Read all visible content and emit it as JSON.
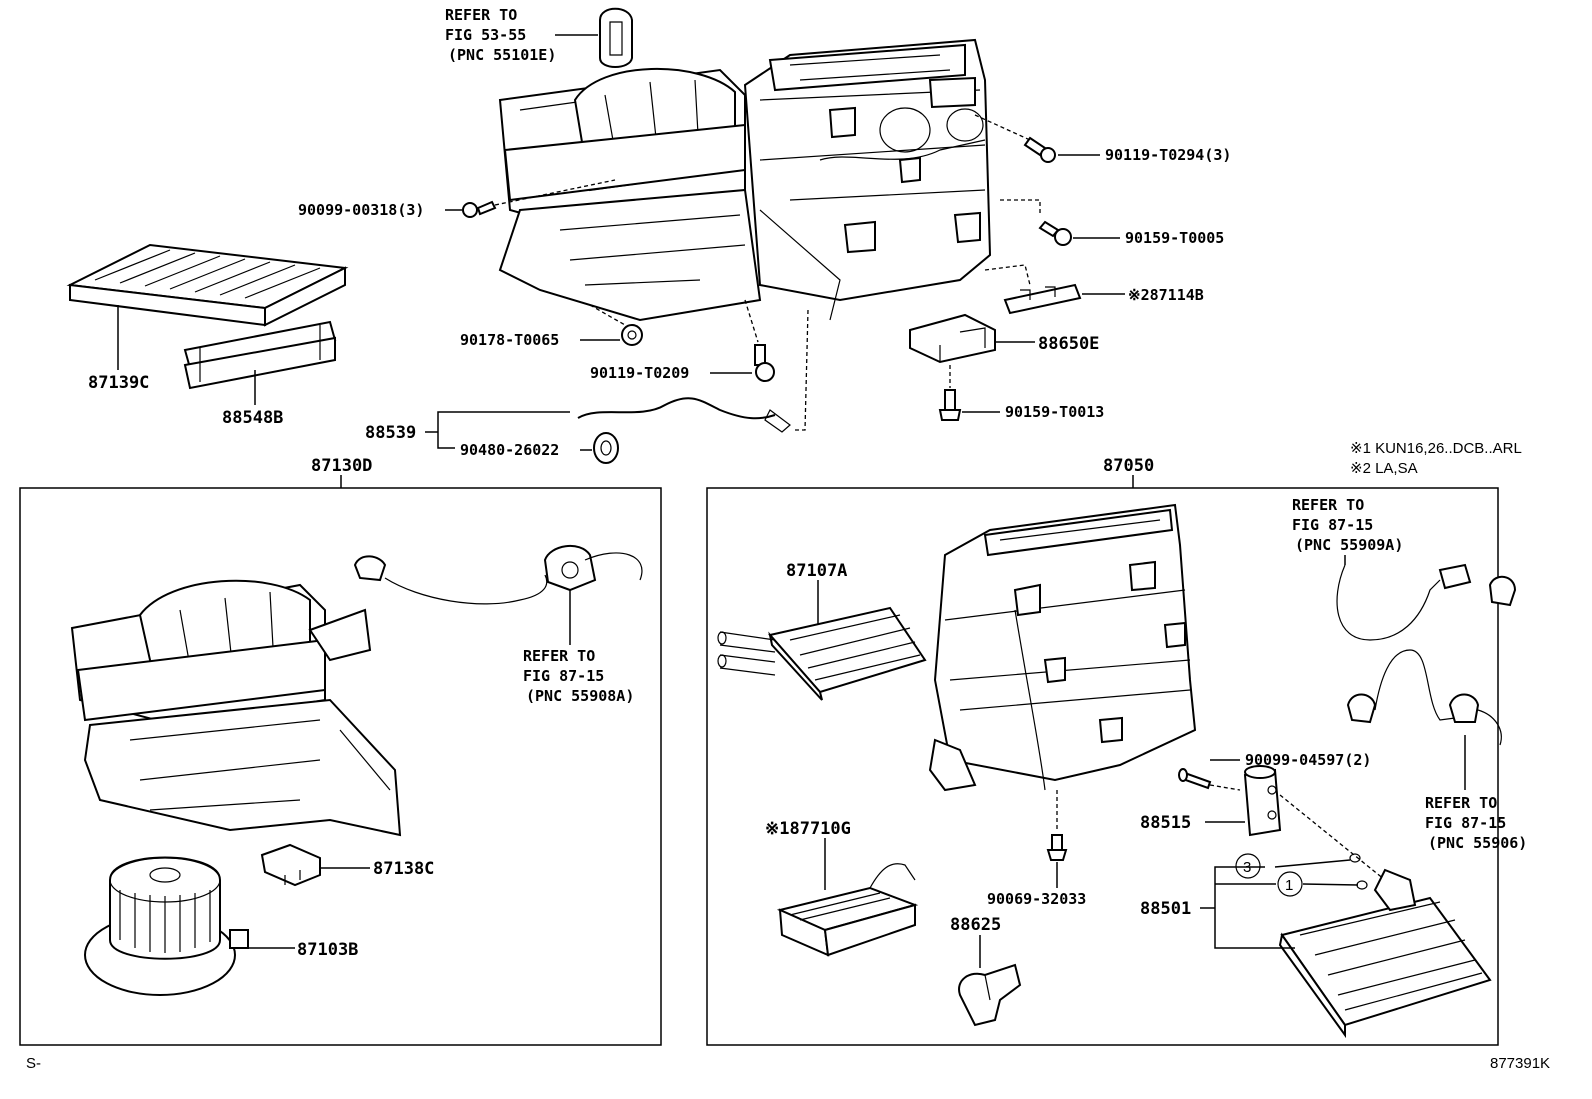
{
  "callouts": {
    "refer_53_55": [
      "REFER TO",
      "FIG 53-55",
      "(PNC 55101E)"
    ],
    "p90119_T0294": "90119-T0294(3)",
    "p90099_00318": "90099-00318(3)",
    "p90159_T0005": "90159-T0005",
    "p87114B": "※287114B",
    "p87139C": "87139C",
    "p88548B": "88548B",
    "p90178_T0065": "90178-T0065",
    "p88650E": "88650E",
    "p90119_T0209": "90119-T0209",
    "p90159_T0013": "90159-T0013",
    "p88539": "88539",
    "p90480_26022": "90480-26022",
    "p87130D": "87130D",
    "p87050": "87050",
    "note1": "※1 KUN16,26..DCB..ARL",
    "note2": "※2 LA,SA",
    "refer_55909A": [
      "REFER TO",
      "FIG 87-15",
      "(PNC 55909A)"
    ],
    "p87107A": "87107A",
    "refer_55908A": [
      "REFER TO",
      "FIG 87-15",
      "(PNC 55908A)"
    ],
    "p90099_04597": "90099-04597(2)",
    "p88515": "88515",
    "refer_55906": [
      "REFER TO",
      "FIG 87-15",
      "(PNC 55906)"
    ],
    "p87710G": "※187710G",
    "p87138C": "87138C",
    "circle3": "3",
    "circle1": "1",
    "p88501": "88501",
    "p90069_32033": "90069-32033",
    "p88625": "88625",
    "p87103B": "87103B",
    "footer_left": "S-",
    "footer_right": "877391K"
  }
}
